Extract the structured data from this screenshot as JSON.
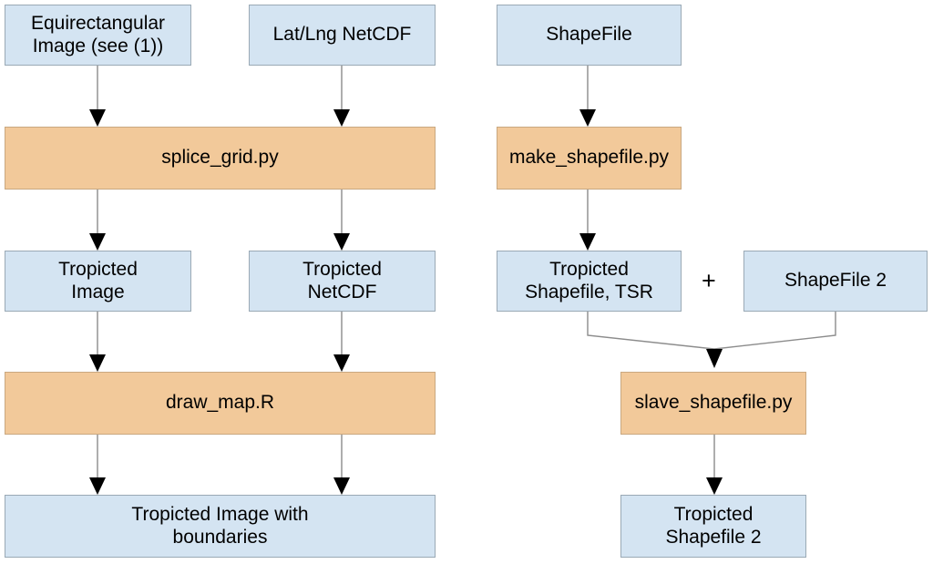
{
  "diagram": {
    "title": "Tropicting processing pipeline flowchart",
    "colors": {
      "data_fill": "#d4e4f2",
      "data_border": "#9aa9b5",
      "process_fill": "#f2c99a",
      "process_border": "#c9a880",
      "edge": "#8c8c8c",
      "arrowhead": "#000000",
      "background": "#ffffff",
      "text": "#000000"
    },
    "nodes": {
      "equirectangular_image": "Equirectangular Image (see (1))",
      "equirectangular_image_line1": "Equirectangular",
      "equirectangular_image_line2": "Image (see (1))",
      "latlng_netcdf": "Lat/Lng NetCDF",
      "shapefile": "ShapeFile",
      "splice_grid": "splice_grid.py",
      "make_shapefile": "make_shapefile.py",
      "tropicted_image": "Tropicted Image",
      "tropicted_image_line1": "Tropicted",
      "tropicted_image_line2": "Image",
      "tropicted_netcdf": "Tropicted NetCDF",
      "tropicted_netcdf_line1": "Tropicted",
      "tropicted_netcdf_line2": "NetCDF",
      "tropicted_shapefile_tsr": "Tropicted Shapefile, TSR",
      "tropicted_shapefile_tsr_line1": "Tropicted",
      "tropicted_shapefile_tsr_line2": "Shapefile, TSR",
      "shapefile_2": "ShapeFile 2",
      "plus_separator": "+",
      "draw_map": "draw_map.R",
      "slave_shapefile": "slave_shapefile.py",
      "tropicted_image_boundaries": "Tropicted Image with boundaries",
      "tropicted_image_boundaries_line1": "Tropicted Image with",
      "tropicted_image_boundaries_line2": "boundaries",
      "tropicted_shapefile_2": "Tropicted Shapefile 2",
      "tropicted_shapefile_2_line1": "Tropicted",
      "tropicted_shapefile_2_line2": "Shapefile 2"
    }
  }
}
